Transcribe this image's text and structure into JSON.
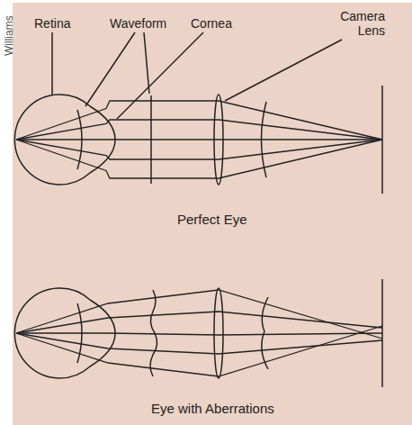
{
  "diagram": {
    "labels": [
      "Williams",
      "Retina",
      "Waveform",
      "Cornea",
      "Camera Lens",
      "Perfect Eye",
      "Eye with Aberrations"
    ]
  }
}
